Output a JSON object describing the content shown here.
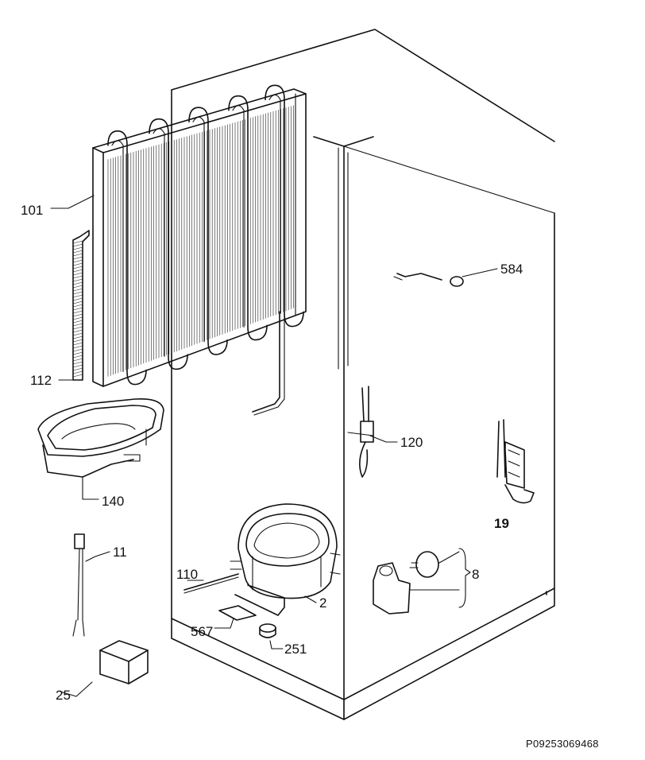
{
  "drawing": {
    "reference": "P09253069468",
    "parts": [
      {
        "id": "p101",
        "label": "101",
        "bold": false
      },
      {
        "id": "p112",
        "label": "112",
        "bold": false
      },
      {
        "id": "p140",
        "label": "140",
        "bold": false
      },
      {
        "id": "p11",
        "label": "11",
        "bold": false
      },
      {
        "id": "p25",
        "label": "25",
        "bold": false
      },
      {
        "id": "p110",
        "label": "110",
        "bold": false
      },
      {
        "id": "p567",
        "label": "567",
        "bold": false
      },
      {
        "id": "p251",
        "label": "251",
        "bold": false
      },
      {
        "id": "p2",
        "label": "2",
        "bold": false
      },
      {
        "id": "p584",
        "label": "584",
        "bold": false
      },
      {
        "id": "p120",
        "label": "120",
        "bold": false
      },
      {
        "id": "p8",
        "label": "8",
        "bold": false
      },
      {
        "id": "p19",
        "label": "19",
        "bold": true
      }
    ]
  }
}
